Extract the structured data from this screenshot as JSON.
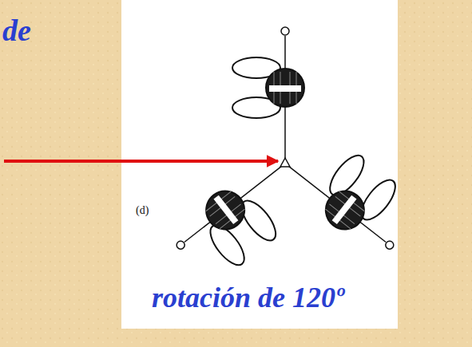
{
  "diagram": {
    "labels": [
      "de",
      "(d)",
      "rotación de 120º"
    ]
  }
}
